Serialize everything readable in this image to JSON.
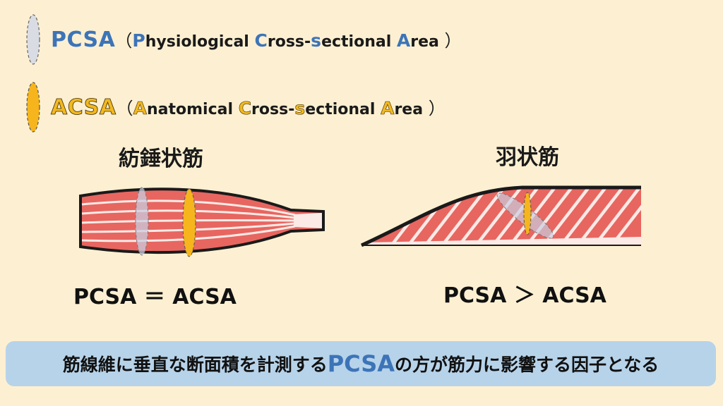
{
  "legend": {
    "pcsa": {
      "abbr": "PCSA",
      "open": "（",
      "close": "）",
      "caps": [
        "P",
        "C",
        "s",
        "A"
      ],
      "parts": [
        "hysiological ",
        "ross-",
        "ectional ",
        "rea "
      ],
      "ellipse_fill": "#d9dce3",
      "color": "#3d74b8"
    },
    "acsa": {
      "abbr": "ACSA",
      "open": "（",
      "close": "）",
      "caps": [
        "A",
        "C",
        "s",
        "A"
      ],
      "parts": [
        "natomical ",
        "ross-",
        "ectional ",
        "rea "
      ],
      "ellipse_fill": "#f6b51d",
      "color": "#f2b820"
    }
  },
  "fusiform": {
    "title": "紡錘状筋",
    "relation": "PCSA ＝ ACSA"
  },
  "pennate": {
    "title": "羽状筋",
    "relation": "PCSA ＞ ACSA"
  },
  "banner": {
    "before": "筋線維に垂直な断面積を計測する",
    "key": "PCSA",
    "after": "の方が筋力に影響する因子となる"
  },
  "colors": {
    "background": "#fdf0d2",
    "muscle": "#e86660",
    "fiber": "#fbeae6",
    "banner": "#b7d3ea"
  }
}
